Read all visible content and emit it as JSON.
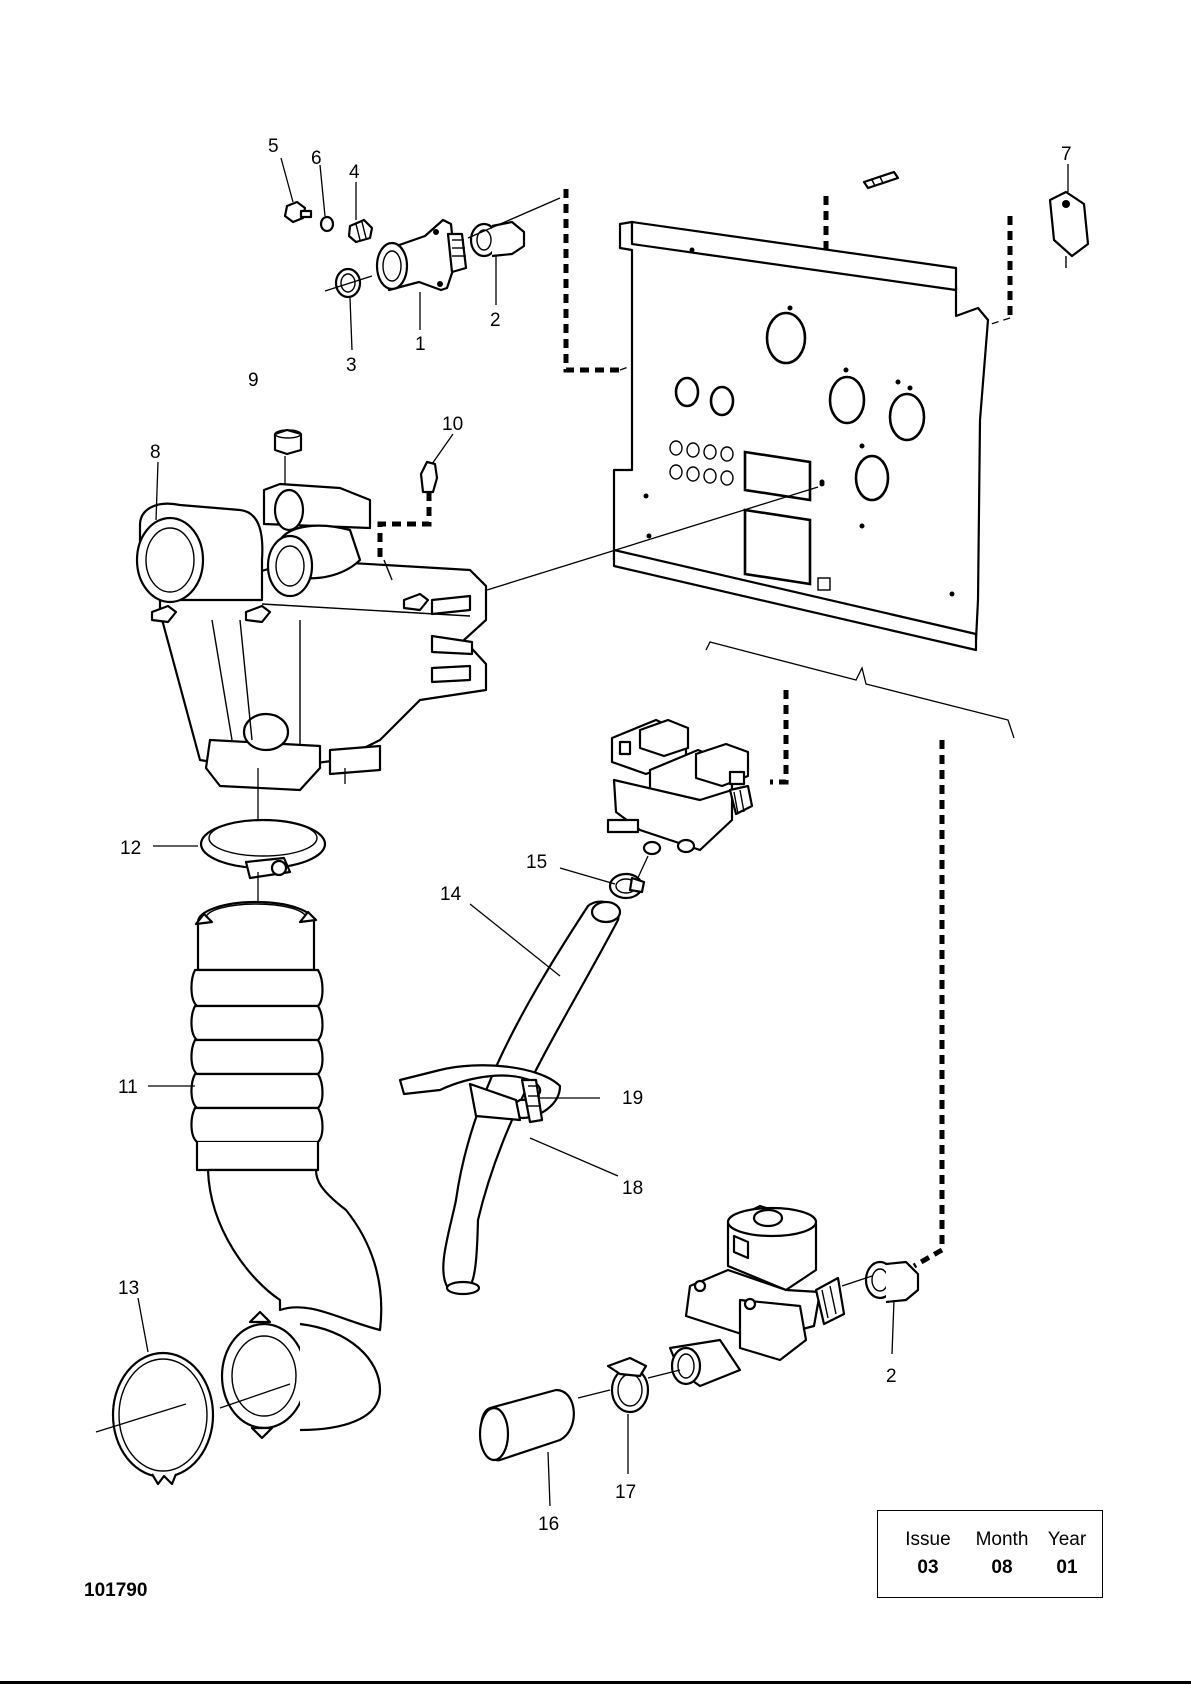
{
  "callouts": {
    "c1": "1",
    "c2a": "2",
    "c3": "3",
    "c4": "4",
    "c5": "5",
    "c6": "6",
    "c7": "7",
    "c8": "8",
    "c9": "9",
    "c10": "10",
    "c11": "11",
    "c12": "12",
    "c13": "13",
    "c14": "14",
    "c15": "15",
    "c16": "16",
    "c17": "17",
    "c18": "18",
    "c19": "19",
    "c2b": "2"
  },
  "footer": {
    "doc_number": "101790",
    "issue_label": "Issue",
    "month_label": "Month",
    "year_label": "Year",
    "issue_value": "03",
    "month_value": "08",
    "year_value": "01"
  }
}
